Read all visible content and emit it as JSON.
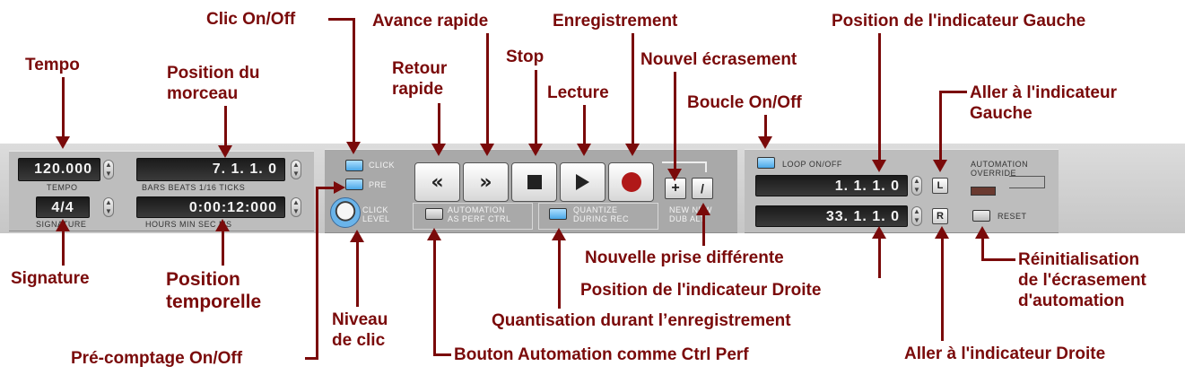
{
  "transport": {
    "tempo": {
      "value": "120.000",
      "label": "TEMPO"
    },
    "signature": {
      "value": "4/4",
      "label": "SIGNATURE"
    },
    "song_position": {
      "value": "7.  1.  1.    0",
      "label": "BARS BEATS 1/16 TICKS"
    },
    "time_position": {
      "value": "0:00:12:000",
      "label": "HOURS  MIN  SEC    MS"
    },
    "click": {
      "click_label": "CLICK",
      "pre_label": "PRE",
      "level_label": "CLICK\nLEVEL"
    },
    "automation_perf_label": "AUTOMATION\nAS PERF CTRL",
    "quantize_label": "QUANTIZE\nDURING REC",
    "new_dub_label": "NEW  NEW\nDUB  ALT",
    "loop": {
      "label": "LOOP ON/OFF",
      "left_position": "1.  1.  1.    0",
      "right_position": "33.  1.  1.    0",
      "left_btn": "L",
      "right_btn": "R"
    },
    "automation_override": {
      "label": "AUTOMATION\nOVERRIDE",
      "reset_label": "RESET"
    },
    "accent_color": "#7a0a0a",
    "record_color": "#b01818",
    "led_color": "#4aa8e8"
  },
  "callouts": {
    "tempo": "Tempo",
    "position_morceau": "Position du\nmorceau",
    "clic_on_off": "Clic On/Off",
    "retour_rapide": "Retour\nrapide",
    "avance_rapide": "Avance rapide",
    "stop": "Stop",
    "lecture": "Lecture",
    "enregistrement": "Enregistrement",
    "nouvel_ecrasement": "Nouvel écrasement",
    "boucle": "Boucle On/Off",
    "pos_gauche": "Position de l'indicateur Gauche",
    "aller_gauche": "Aller à l'indicateur\nGauche",
    "signature": "Signature",
    "position_temporelle": "Position\ntemporelle",
    "niveau_clic": "Niveau\nde clic",
    "precomptage": "Pré-comptage On/Off",
    "automation_perf": "Bouton Automation comme Ctrl Perf",
    "quantisation": "Quantisation durant l’enregistrement",
    "nouvelle_prise": "Nouvelle prise différente",
    "pos_droite": "Position de l'indicateur Droite",
    "reinit": "Réinitialisation\nde l'écrasement\nd'automation",
    "aller_droite": "Aller à l'indicateur Droite"
  }
}
